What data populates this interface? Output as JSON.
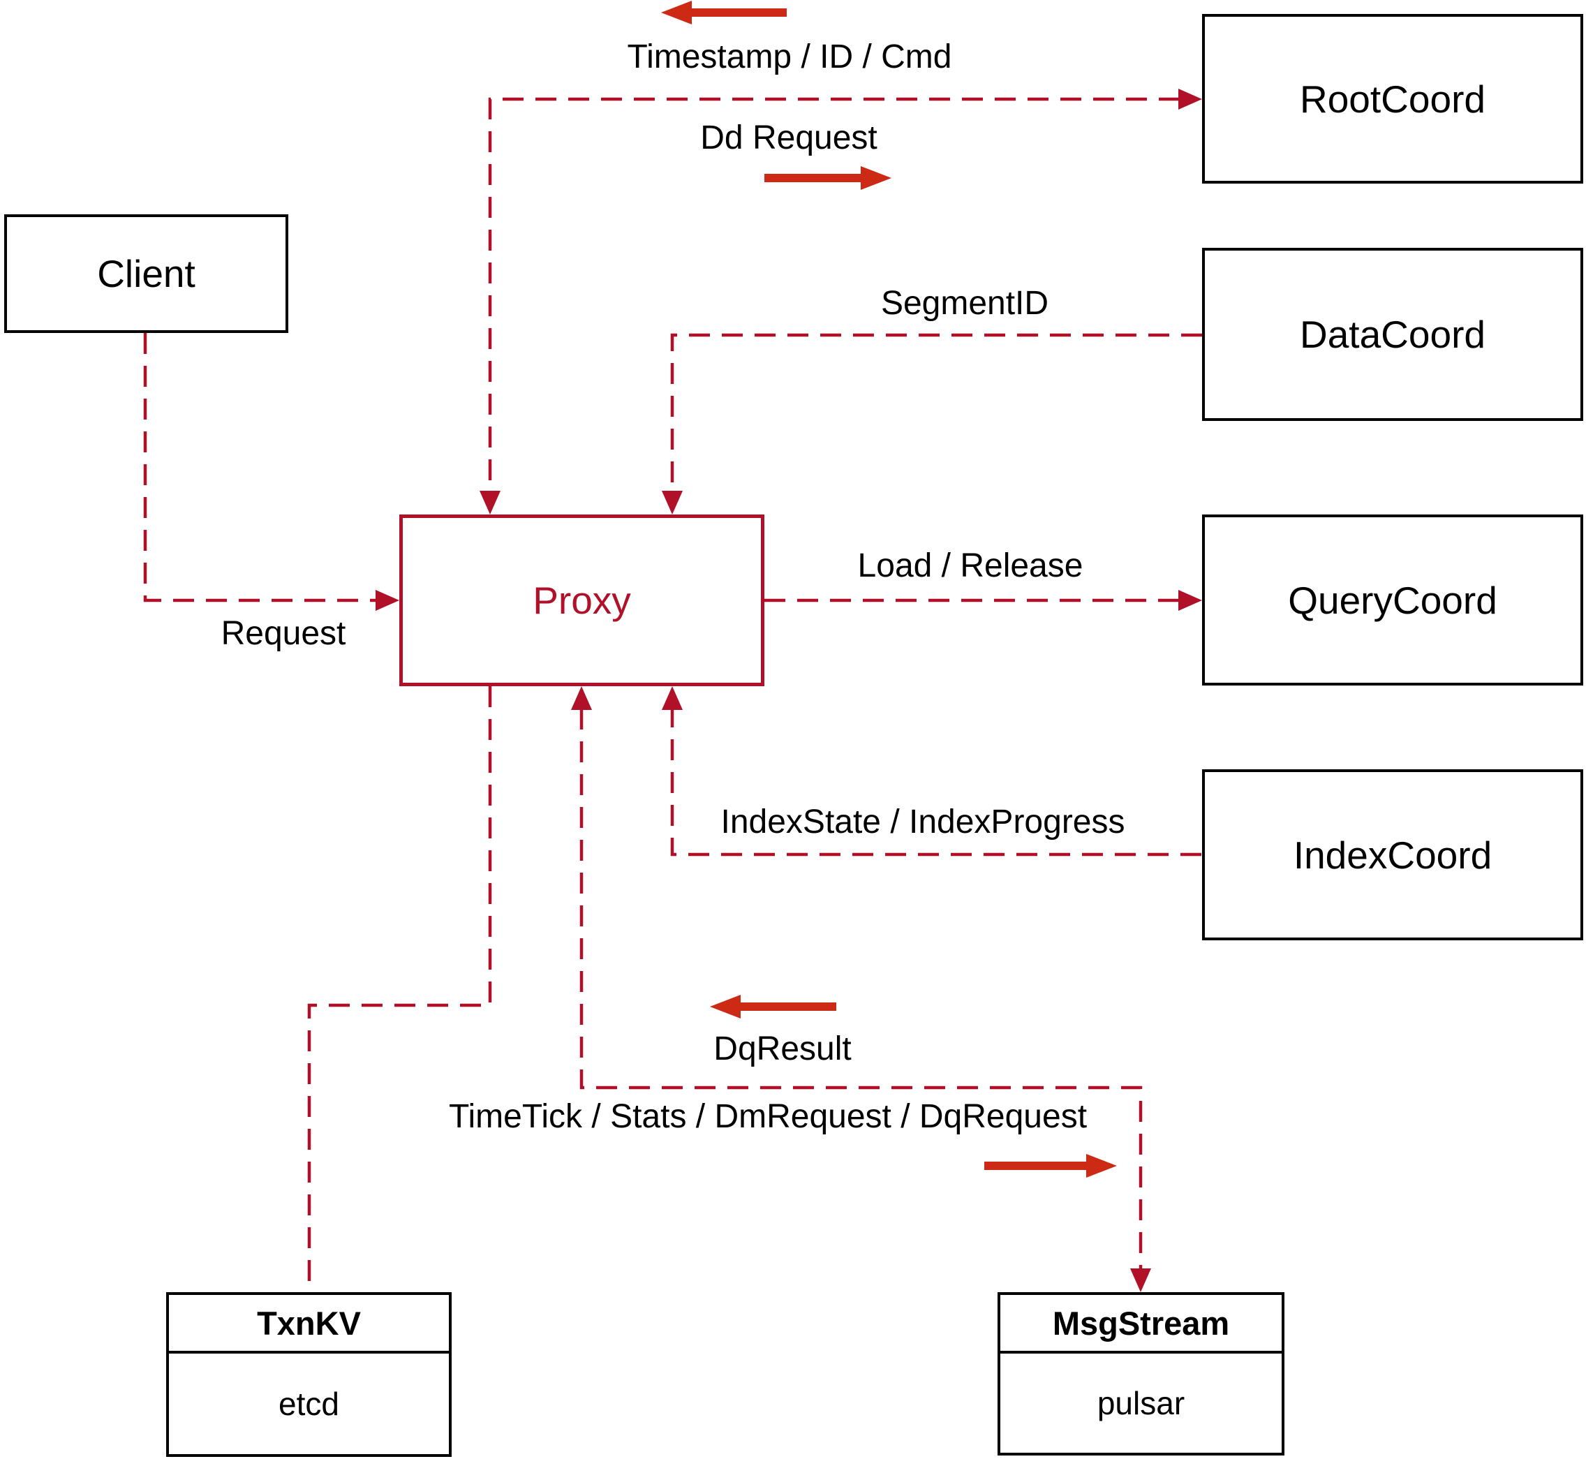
{
  "nodes": {
    "client": {
      "label": "Client"
    },
    "proxy": {
      "label": "Proxy"
    },
    "root_coord": {
      "label": "RootCoord"
    },
    "data_coord": {
      "label": "DataCoord"
    },
    "query_coord": {
      "label": "QueryCoord"
    },
    "index_coord": {
      "label": "IndexCoord"
    },
    "txn_kv": {
      "title": "TxnKV",
      "subtitle": "etcd"
    },
    "msg_stream": {
      "title": "MsgStream",
      "subtitle": "pulsar"
    }
  },
  "edge_labels": {
    "timestamp": "Timestamp / ID / Cmd",
    "dd_request": "Dd Request",
    "segment_id": "SegmentID",
    "load_release": "Load / Release",
    "request": "Request",
    "index_state": "IndexState / IndexProgress",
    "dq_result": "DqResult",
    "timetick": "TimeTick / Stats / DmRequest / DqRequest"
  },
  "colors": {
    "dashed_line_red": "#b01128",
    "solid_arrow_red": "#cc2a14",
    "box_border_black": "#000000",
    "background": "#ffffff"
  }
}
